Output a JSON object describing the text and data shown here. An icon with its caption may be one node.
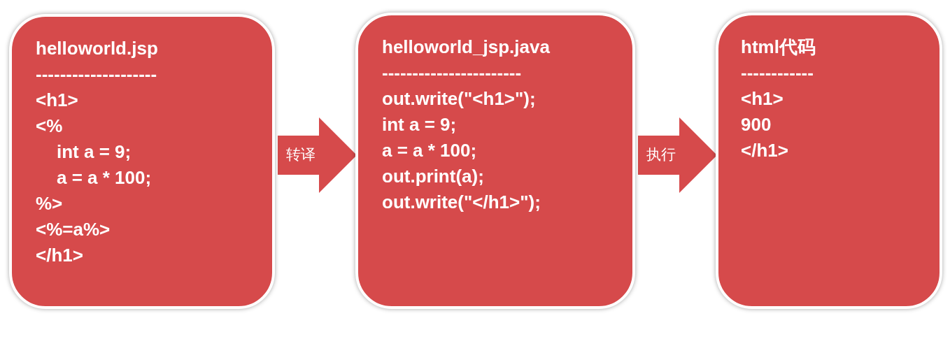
{
  "diagram": {
    "nodes": [
      {
        "text": [
          "helloworld.jsp",
          "--------------------",
          "<h1>",
          "<%",
          "int a = 9;",
          "a = a * 100;",
          "%>",
          "<%=a%>",
          "</h1>"
        ]
      },
      {
        "text": [
          "helloworld_jsp.java",
          "-----------------------",
          "out.write(\"<h1>\");",
          "int a = 9;",
          "a = a * 100;",
          "out.print(a);",
          "out.write(\"</h1>\");"
        ]
      },
      {
        "text": [
          "html代码",
          "------------",
          "<h1>",
          "900",
          "</h1>"
        ]
      }
    ],
    "edges": [
      {
        "from": 0,
        "to": 1,
        "arrow": "to",
        "label": "转译"
      },
      {
        "from": 1,
        "to": 2,
        "arrow": "to",
        "label": "执行"
      }
    ]
  }
}
